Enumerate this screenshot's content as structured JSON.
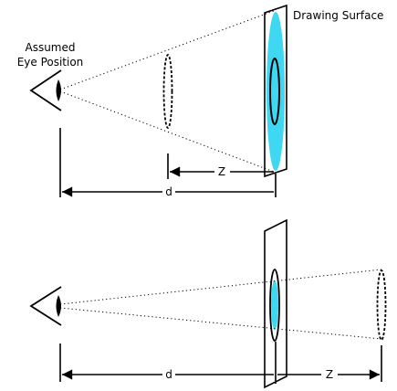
{
  "labels": {
    "drawing_surface": "Drawing Surface",
    "eye_position_line1": "Assumed",
    "eye_position_line2": "Eye Position",
    "top_z": "Z",
    "top_d": "d",
    "bottom_d": "d",
    "bottom_z": "Z"
  },
  "colors": {
    "line": "#000000",
    "projection_fill": "#3fd8f2",
    "background": "#ffffff"
  },
  "icons": {
    "eye": "eye-icon"
  }
}
